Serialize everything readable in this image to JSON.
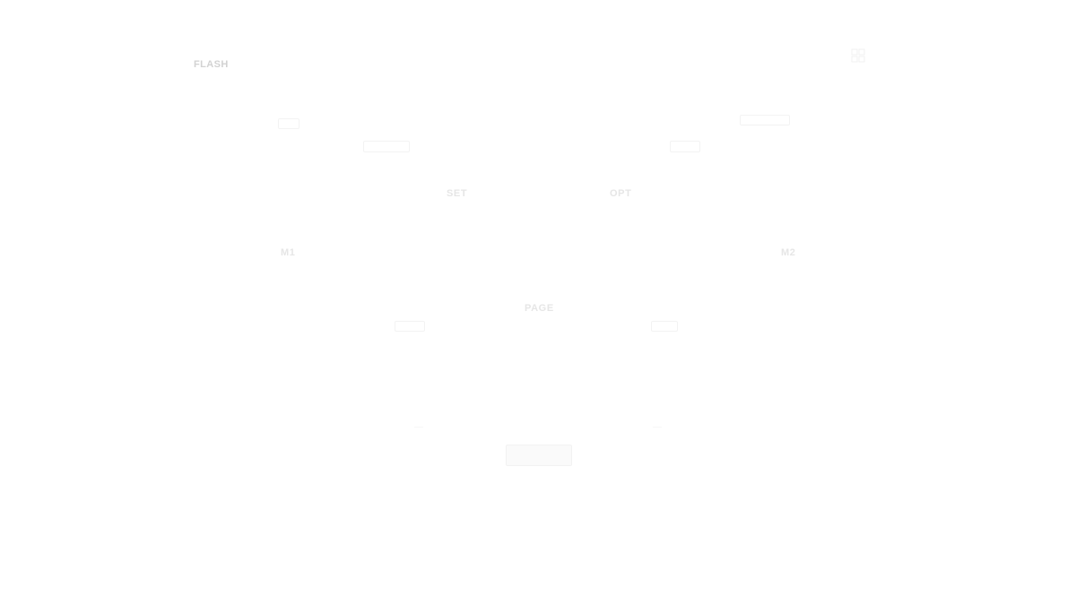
{
  "brand": {
    "label": "FLASH"
  },
  "keys": {
    "set": "SET",
    "opt": "OPT",
    "m1": "M1",
    "m2": "M2",
    "page": "PAGE"
  },
  "icons": {
    "corner": "grid-icon"
  }
}
